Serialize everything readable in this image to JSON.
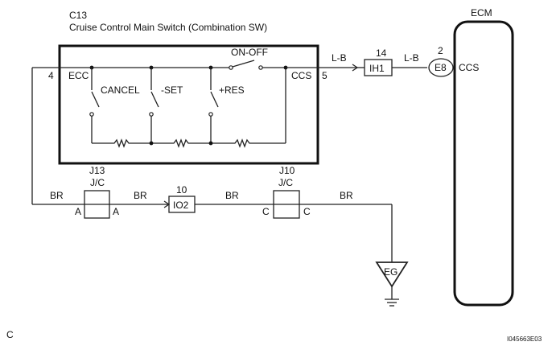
{
  "component": {
    "code": "C13",
    "name": "Cruise Control Main Switch (Combination SW)",
    "pin_ecc_number": "4",
    "pin_ecc_label": "ECC",
    "pin_ccs_number": "5",
    "pin_ccs_label": "CCS",
    "switches": [
      "CANCEL",
      "-SET",
      "+RES",
      "ON-OFF"
    ]
  },
  "ecm": {
    "title": "ECM",
    "connector": "E8",
    "pin_number": "2",
    "pin_label": "CCS"
  },
  "connector_ih1": {
    "label": "IH1",
    "pin": "14"
  },
  "connector_io2": {
    "label": "IO2",
    "pin": "10"
  },
  "junction_j13": {
    "code": "J13",
    "type": "J/C",
    "pin_left": "A",
    "pin_right": "A"
  },
  "junction_j10": {
    "code": "J10",
    "type": "J/C",
    "pin_left": "C",
    "pin_right": "C"
  },
  "wire_colors": {
    "lb_1": "L-B",
    "lb_2": "L-B",
    "br_1": "BR",
    "br_2": "BR",
    "br_3": "BR",
    "br_4": "BR"
  },
  "ground": {
    "label": "EG"
  },
  "footer": {
    "section_letter": "C",
    "figure_id": "I045663E03"
  }
}
